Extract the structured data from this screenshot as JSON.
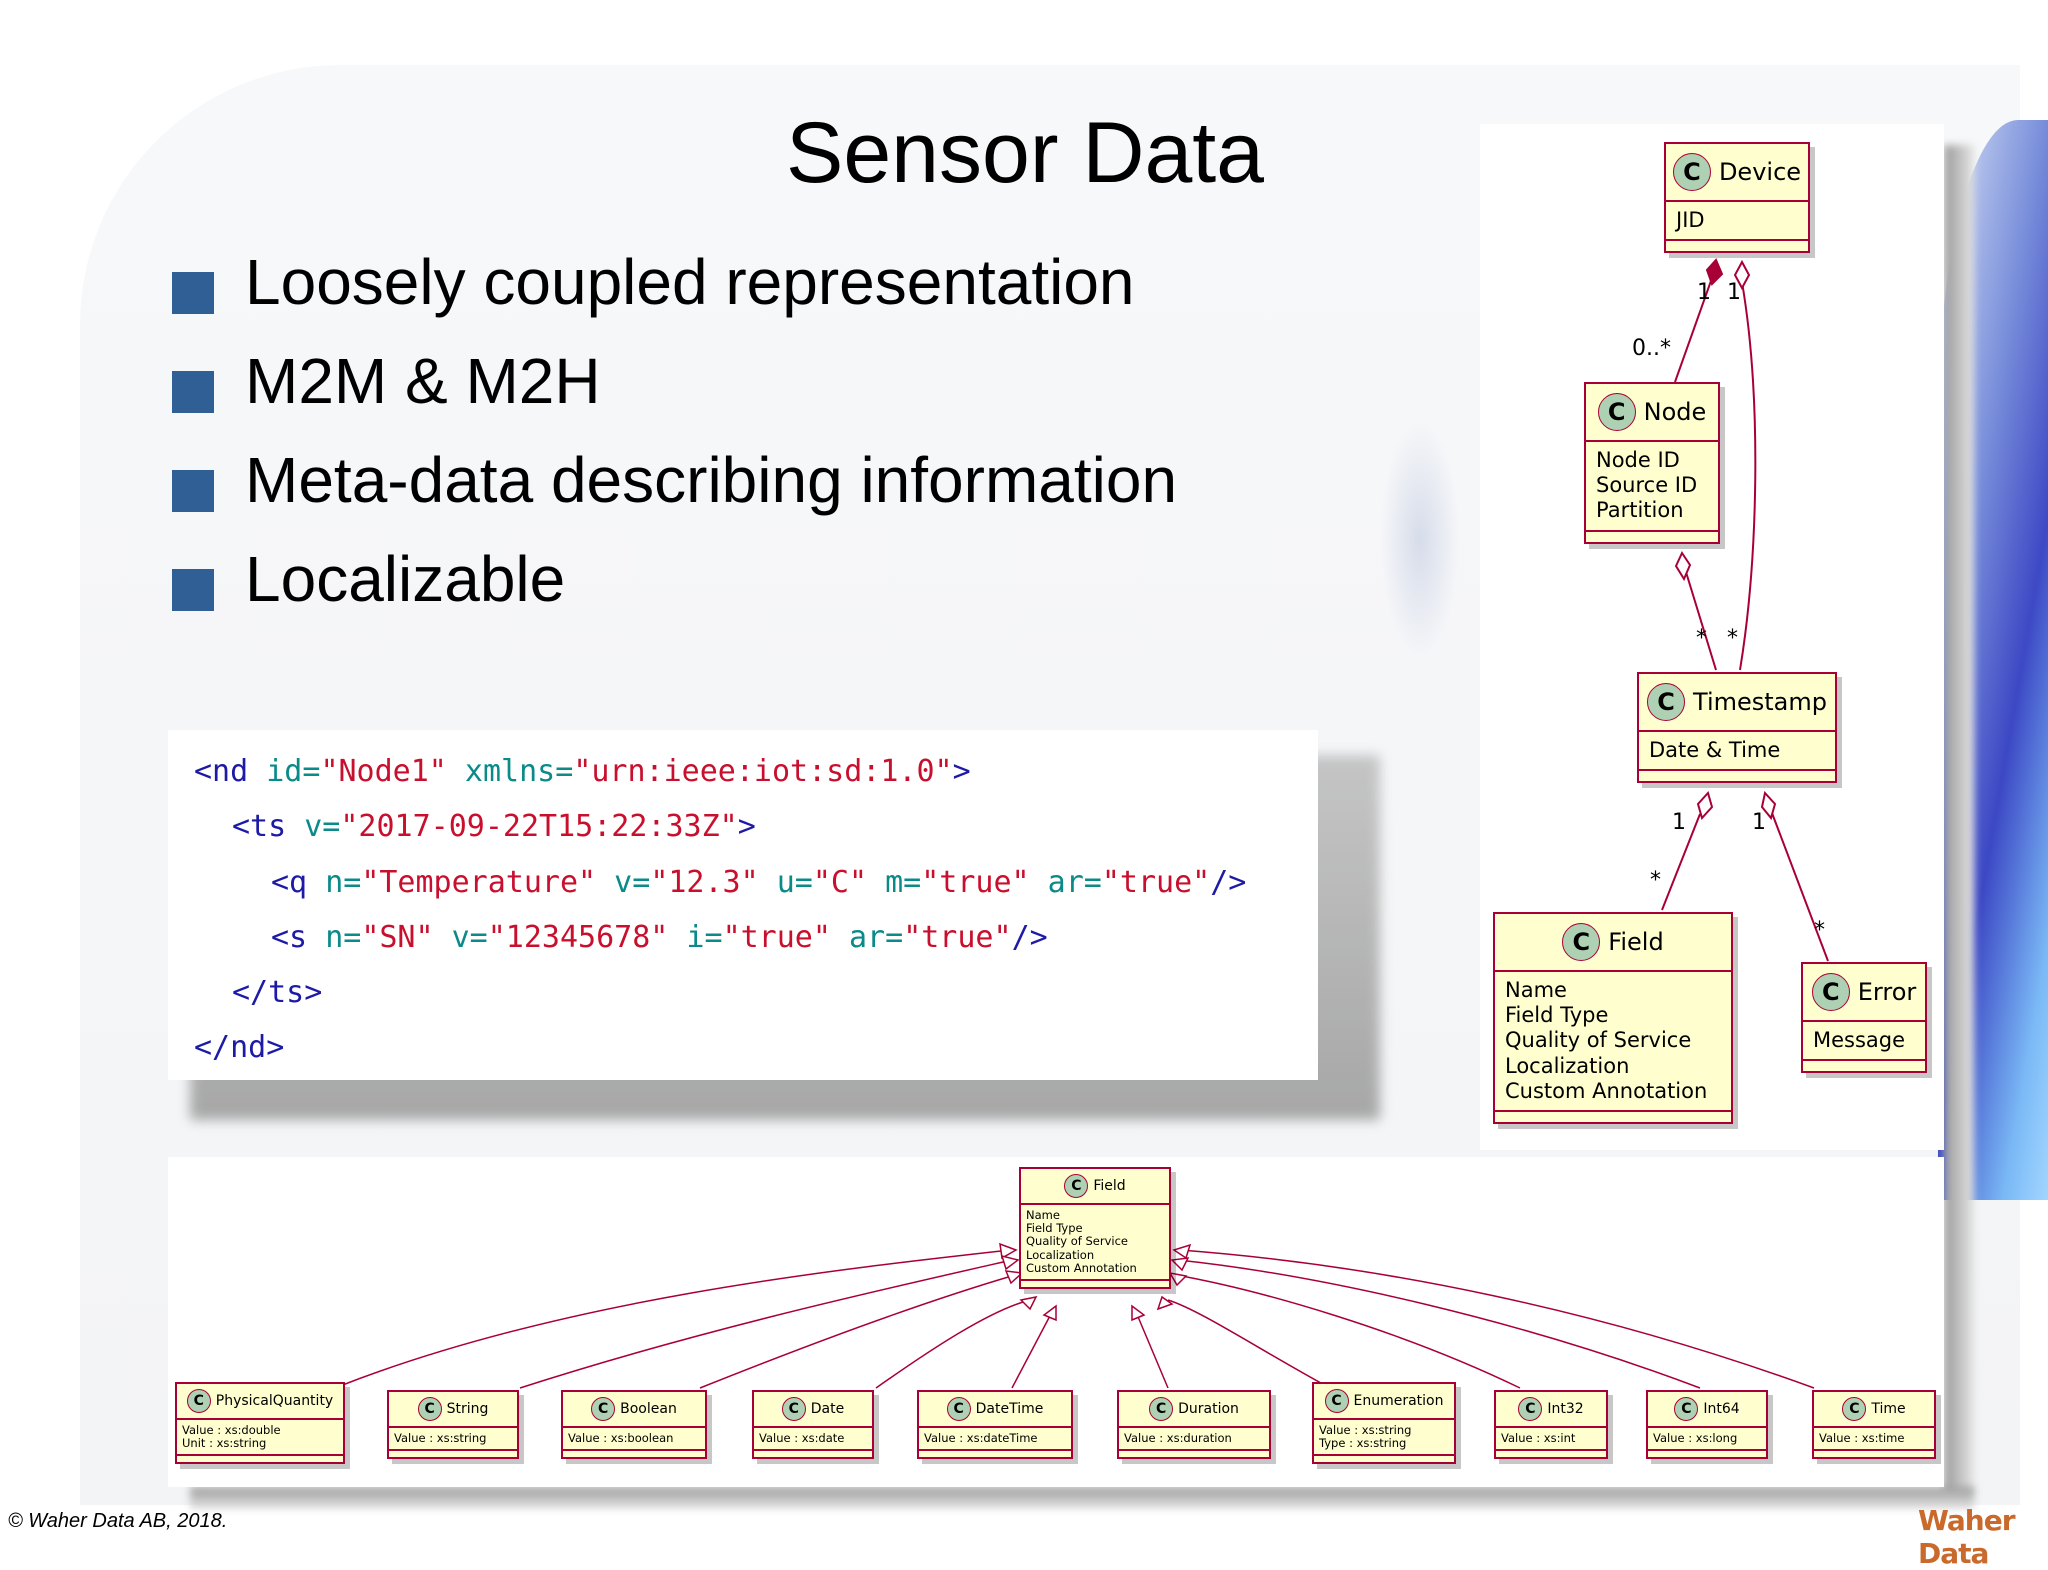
{
  "slide": {
    "title": "Sensor Data",
    "bullets": [
      "Loosely coupled representation",
      "M2M & M2H",
      "Meta-data describing information",
      "Localizable"
    ],
    "footer": "© Waher Data AB, 2018.",
    "logo": "Waher Data",
    "bullet_color": "#2f5f94"
  },
  "code": {
    "l1": {
      "o": "<nd ",
      "a1": "id=",
      "v1": "\"Node1\"",
      "a2": " xmlns=",
      "v2": "\"urn:ieee:iot:sd:1.0\"",
      "c": ">"
    },
    "l2": {
      "o": "<ts ",
      "a1": "v=",
      "v1": "\"2017-09-22T15:22:33Z\"",
      "c": ">"
    },
    "l3": {
      "o": "<q ",
      "a1": "n=",
      "v1": "\"Temperature\"",
      "a2": " v=",
      "v2": "\"12.3\"",
      "a3": " u=",
      "v3": "\"C\"",
      "a4": " m=",
      "v4": "\"true\"",
      "a5": " ar=",
      "v5": "\"true\"",
      "c": "/>"
    },
    "l4": {
      "o": "<s ",
      "a1": "n=",
      "v1": "\"SN\"",
      "a2": " v=",
      "v2": "\"12345678\"",
      "a3": " i=",
      "v3": "\"true\"",
      "a4": " ar=",
      "v4": "\"true\"",
      "c": "/>"
    },
    "l5": "</ts>",
    "l6": "</nd>"
  },
  "uml": {
    "class_icon": "C",
    "device": {
      "name": "Device",
      "attrs": [
        "JID"
      ]
    },
    "node": {
      "name": "Node",
      "attrs": [
        "Node ID",
        "Source ID",
        "Partition"
      ]
    },
    "timestamp": {
      "name": "Timestamp",
      "attrs": [
        "Date & Time"
      ]
    },
    "field": {
      "name": "Field",
      "attrs": [
        "Name",
        "Field Type",
        "Quality of Service",
        "Localization",
        "Custom Annotation"
      ]
    },
    "error": {
      "name": "Error",
      "attrs": [
        "Message"
      ]
    },
    "mult": {
      "dev_node_1": "1",
      "dev_ts_1": "1",
      "node_many": "0..*",
      "node_ts": "*",
      "dev_ts": "*",
      "ts_field_1": "1",
      "ts_error_1": "1",
      "field_many": "*",
      "error_many": "*"
    },
    "field_top": {
      "name": "Field",
      "attrs": [
        "Name",
        "Field Type",
        "Quality of Service",
        "Localization",
        "Custom Annotation"
      ]
    },
    "subtypes": [
      {
        "name": "PhysicalQuantity",
        "attrs": [
          "Value : xs:double",
          "Unit : xs:string"
        ]
      },
      {
        "name": "String",
        "attrs": [
          "Value : xs:string"
        ]
      },
      {
        "name": "Boolean",
        "attrs": [
          "Value : xs:boolean"
        ]
      },
      {
        "name": "Date",
        "attrs": [
          "Value : xs:date"
        ]
      },
      {
        "name": "DateTime",
        "attrs": [
          "Value : xs:dateTime"
        ]
      },
      {
        "name": "Duration",
        "attrs": [
          "Value : xs:duration"
        ]
      },
      {
        "name": "Enumeration",
        "attrs": [
          "Value : xs:string",
          "Type : xs:string"
        ]
      },
      {
        "name": "Int32",
        "attrs": [
          "Value : xs:int"
        ]
      },
      {
        "name": "Int64",
        "attrs": [
          "Value : xs:long"
        ]
      },
      {
        "name": "Time",
        "attrs": [
          "Value : xs:time"
        ]
      }
    ],
    "colors": {
      "fill": "#fefece",
      "border": "#a80036",
      "icon": "#add1b2"
    }
  }
}
